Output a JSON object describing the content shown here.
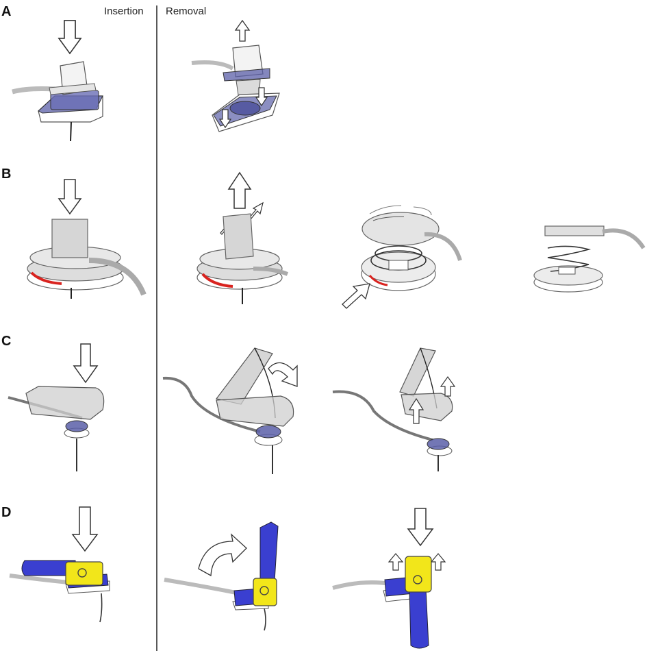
{
  "headers": {
    "insertion": "Insertion",
    "removal": "Removal"
  },
  "rows": [
    {
      "label": "A"
    },
    {
      "label": "B"
    },
    {
      "label": "C"
    },
    {
      "label": "D"
    }
  ],
  "colors": {
    "housing_grey": "#d4d4d4",
    "housing_dark": "#8c8c8c",
    "blue_translucent": "#5b5fa8",
    "blue_solid": "#3a3fd0",
    "yellow": "#f2e61a",
    "red_indicator": "#d9231f",
    "tube": "#c9c9c9",
    "outline": "#444444"
  }
}
